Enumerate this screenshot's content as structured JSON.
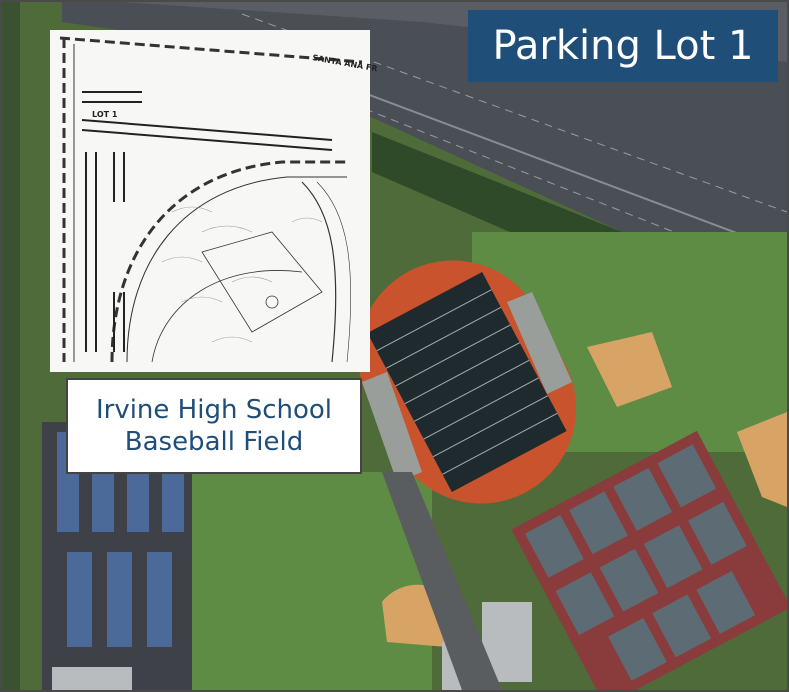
{
  "map": {
    "title": "Parking Lot 1",
    "callout": {
      "line1": "Irvine High School",
      "line2": "Baseball Field"
    },
    "plan_labels": {
      "lot": "LOT 1",
      "freeway": "SANTA ANA FR"
    }
  }
}
